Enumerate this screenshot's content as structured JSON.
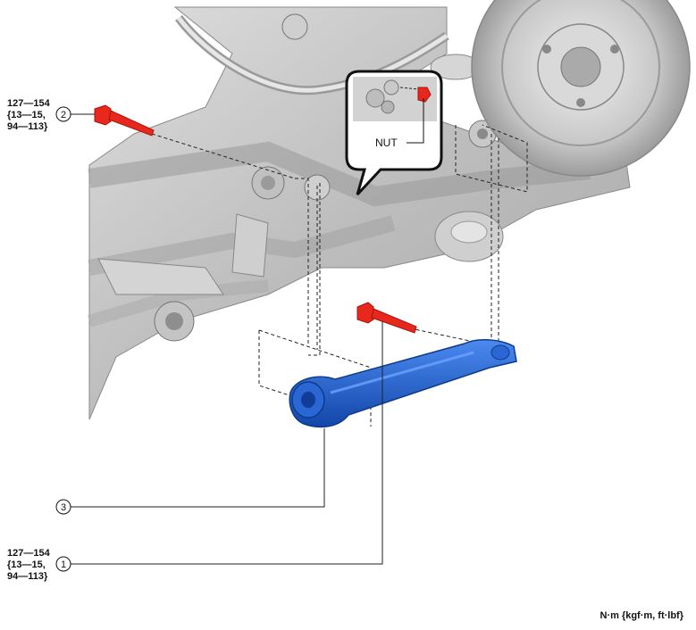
{
  "torque_2": {
    "line1": "127—154",
    "line2": "{13—15,",
    "line3": "94—113}"
  },
  "torque_1": {
    "line1": "127—154",
    "line2": "{13—15,",
    "line3": "94—113}"
  },
  "callouts": {
    "c1": "1",
    "c2": "2",
    "c3": "3",
    "nut": "NUT"
  },
  "units": "N·m {kgf·m, ft·lbf}",
  "colors": {
    "bolt": "#e8281c",
    "arm": "#1f5fcc",
    "frame": "#c9c9c9"
  }
}
